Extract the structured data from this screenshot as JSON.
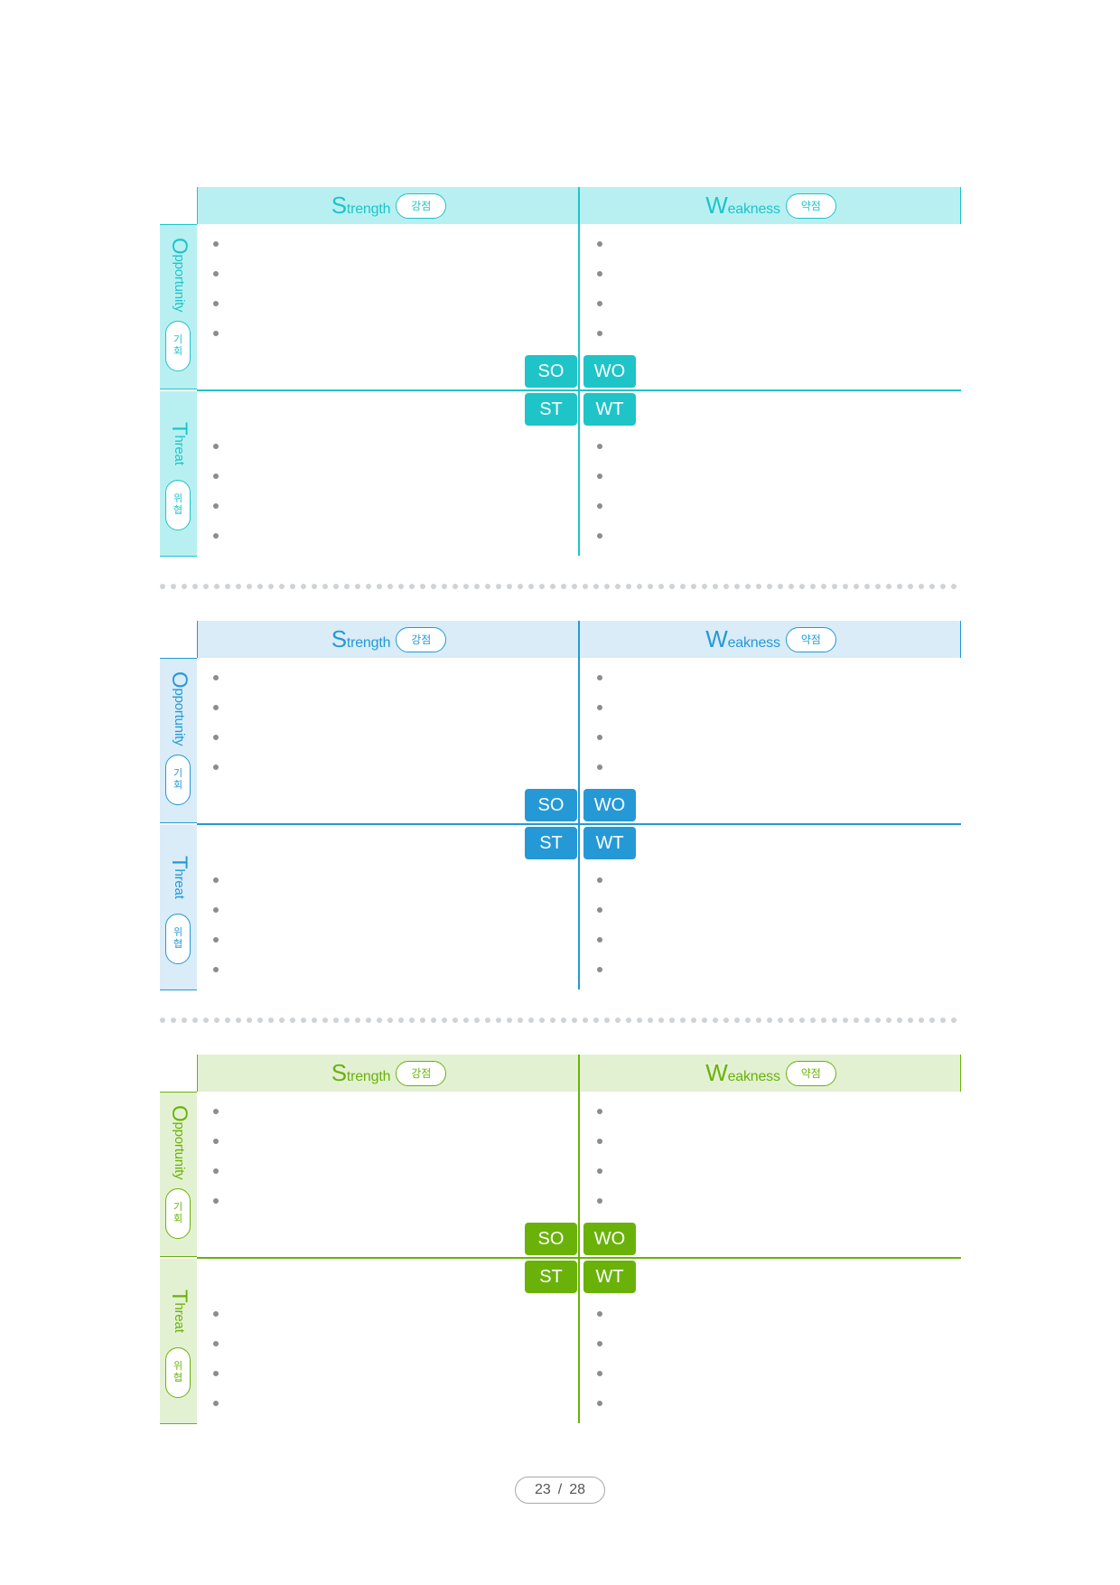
{
  "swots": [
    {
      "color": "#1ec4c8",
      "header_bg": "#b8f0f2",
      "side_bg": "#b8f0f2",
      "strength": {
        "initial": "S",
        "rest": "trength",
        "badge": "강점"
      },
      "weakness": {
        "initial": "W",
        "rest": "eakness",
        "badge": "약점"
      },
      "opportunity": {
        "initial": "O",
        "rest": "pportunity",
        "badge_1": "기",
        "badge_2": "회"
      },
      "threat": {
        "initial": "T",
        "rest": "hreat",
        "badge_1": "위",
        "badge_2": "협"
      },
      "quadrants": {
        "so": "SO",
        "wo": "WO",
        "st": "ST",
        "wt": "WT"
      }
    },
    {
      "color": "#2599d6",
      "header_bg": "#d9ecf7",
      "side_bg": "#d9ecf7",
      "strength": {
        "initial": "S",
        "rest": "trength",
        "badge": "강점"
      },
      "weakness": {
        "initial": "W",
        "rest": "eakness",
        "badge": "약점"
      },
      "opportunity": {
        "initial": "O",
        "rest": "pportunity",
        "badge_1": "기",
        "badge_2": "회"
      },
      "threat": {
        "initial": "T",
        "rest": "hreat",
        "badge_1": "위",
        "badge_2": "협"
      },
      "quadrants": {
        "so": "SO",
        "wo": "WO",
        "st": "ST",
        "wt": "WT"
      }
    },
    {
      "color": "#6ab20a",
      "header_bg": "#e3f1d3",
      "side_bg": "#e3f1d3",
      "strength": {
        "initial": "S",
        "rest": "trength",
        "badge": "강점"
      },
      "weakness": {
        "initial": "W",
        "rest": "eakness",
        "badge": "약점"
      },
      "opportunity": {
        "initial": "O",
        "rest": "pportunity",
        "badge_1": "기",
        "badge_2": "회"
      },
      "threat": {
        "initial": "T",
        "rest": "hreat",
        "badge_1": "위",
        "badge_2": "협"
      },
      "quadrants": {
        "so": "SO",
        "wo": "WO",
        "st": "ST",
        "wt": "WT"
      }
    }
  ],
  "pagination": {
    "current": "23",
    "separator": "/",
    "total": "28"
  }
}
